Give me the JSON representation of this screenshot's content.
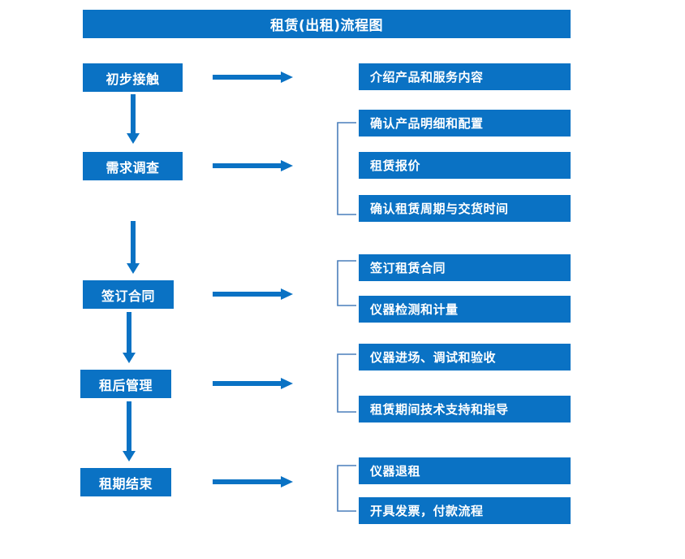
{
  "title": "租赁(出租)流程图",
  "colors": {
    "box_fill": "#0a72c4",
    "box_text": "#ffffff",
    "arrow": "#0a72c4",
    "bracket": "#4a7ebb",
    "background": "#ffffff"
  },
  "stages": [
    {
      "label": "初步接触"
    },
    {
      "label": "需求调查"
    },
    {
      "label": "签订合同"
    },
    {
      "label": "租后管理"
    },
    {
      "label": "租期结束"
    }
  ],
  "details": [
    {
      "label": "介绍产品和服务内容"
    },
    {
      "label": "确认产品明细和配置"
    },
    {
      "label": "租赁报价"
    },
    {
      "label": "确认租赁周期与交货时间"
    },
    {
      "label": "签订租赁合同"
    },
    {
      "label": "仪器检测和计量"
    },
    {
      "label": "仪器进场、调试和验收"
    },
    {
      "label": "租赁期间技术支持和指导"
    },
    {
      "label": "仪器退租"
    },
    {
      "label": "开具发票，付款流程"
    }
  ],
  "flow": {
    "stage_to_stage_arrows": 4,
    "stage_to_detail_arrows": 5,
    "group_brackets": 4
  }
}
